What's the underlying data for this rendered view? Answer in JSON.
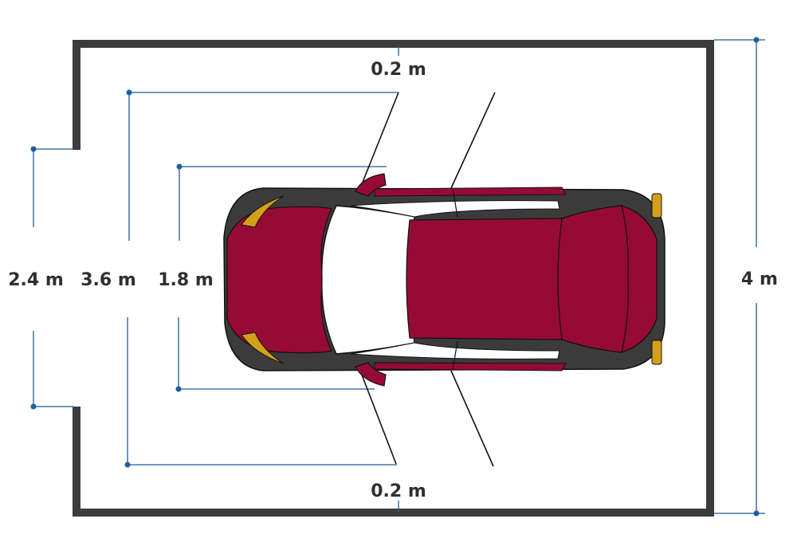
{
  "labels": {
    "top_gap": "0.2 m",
    "bottom_gap": "0.2 m",
    "door_opening": "2.4 m",
    "inner_width": "3.6 m",
    "car_width": "1.8 m",
    "garage_width": "4 m"
  },
  "colors": {
    "wall": "#3c3c3c",
    "dimension_line": "#1f5a96",
    "dimension_dot": "#1a5fa3",
    "car_body": "#960a36",
    "car_trim": "#3b3b3b",
    "car_lights": "#d4a017",
    "leader_line": "#111111"
  }
}
